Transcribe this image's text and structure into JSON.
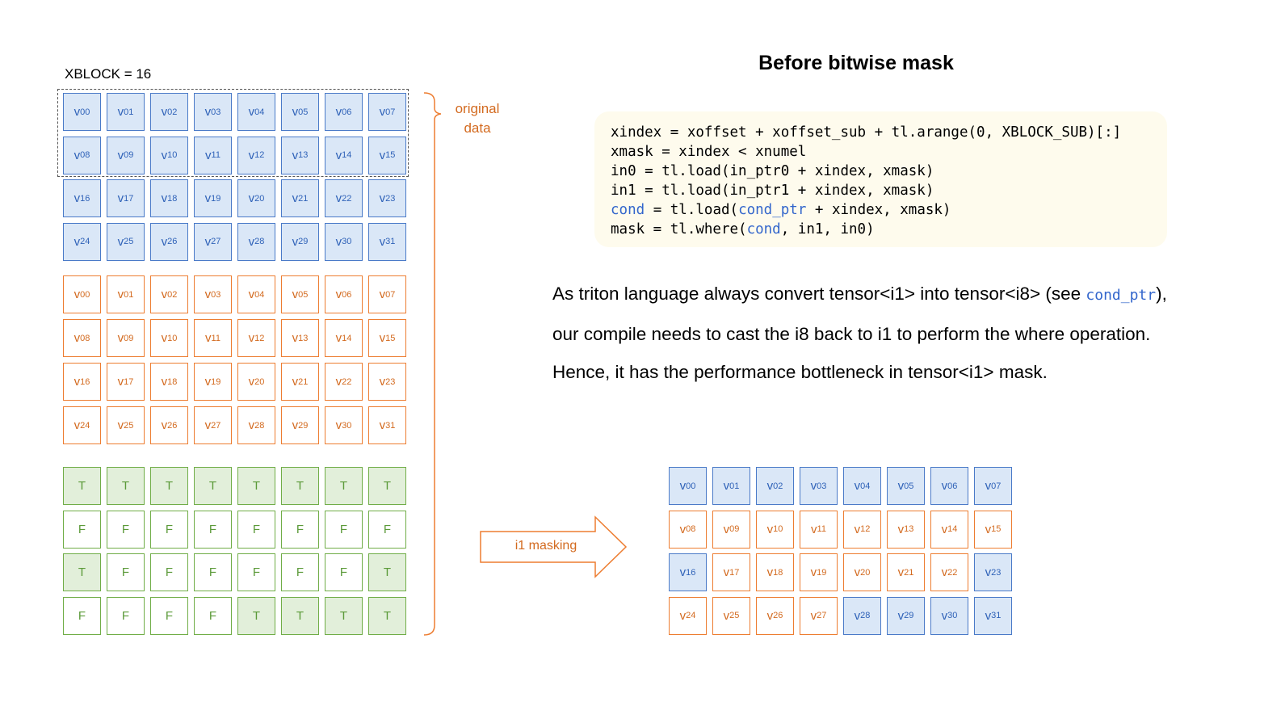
{
  "xblock_label": "XBLOCK = 16",
  "original_label_line1": "original",
  "original_label_line2": "data",
  "title": "Before bitwise mask",
  "code_lines": [
    "xindex = xoffset + xoffset_sub + tl.arange(0, XBLOCK_SUB)[:]",
    "xmask = xindex < xnumel",
    "in0 = tl.load(in_ptr0 + xindex, xmask)",
    "in1 = tl.load(in_ptr1 + xindex, xmask)",
    "cond = tl.load(cond_ptr + xindex, xmask)",
    "mask = tl.where(cond, in1, in0)"
  ],
  "paragraph": {
    "line1_text": "As triton language always convert tensor<i1> into tensor<i8> (see ",
    "line1_code": "cond_ptr",
    "line1_end": "),",
    "line2": "our compile needs to cast the i8 back to i1 to perform the where operation.",
    "line3": "Hence, it has the performance bottleneck in tensor<i1> mask."
  },
  "arrow_label": "i1 masking",
  "in1_values": [
    "00",
    "01",
    "02",
    "03",
    "04",
    "05",
    "06",
    "07",
    "08",
    "09",
    "10",
    "11",
    "12",
    "13",
    "14",
    "15",
    "16",
    "17",
    "18",
    "19",
    "20",
    "21",
    "22",
    "23",
    "24",
    "25",
    "26",
    "27",
    "28",
    "29",
    "30",
    "31"
  ],
  "in0_values": [
    "00",
    "01",
    "02",
    "03",
    "04",
    "05",
    "06",
    "07",
    "08",
    "09",
    "10",
    "11",
    "12",
    "13",
    "14",
    "15",
    "16",
    "17",
    "18",
    "19",
    "20",
    "21",
    "22",
    "23",
    "24",
    "25",
    "26",
    "27",
    "28",
    "29",
    "30",
    "31"
  ],
  "cond_values": [
    "T",
    "T",
    "T",
    "T",
    "T",
    "T",
    "T",
    "T",
    "F",
    "F",
    "F",
    "F",
    "F",
    "F",
    "F",
    "F",
    "T",
    "F",
    "F",
    "F",
    "F",
    "F",
    "F",
    "T",
    "F",
    "F",
    "F",
    "F",
    "T",
    "T",
    "T",
    "T"
  ],
  "result_values": [
    "00",
    "01",
    "02",
    "03",
    "04",
    "05",
    "06",
    "07",
    "08",
    "09",
    "10",
    "11",
    "12",
    "13",
    "14",
    "15",
    "16",
    "17",
    "18",
    "19",
    "20",
    "21",
    "22",
    "23",
    "24",
    "25",
    "26",
    "27",
    "28",
    "29",
    "30",
    "31"
  ],
  "value_prefix": "v",
  "colors": {
    "blue": "#4a7ac8",
    "orange": "#ed7d31",
    "green": "#70ad47"
  }
}
